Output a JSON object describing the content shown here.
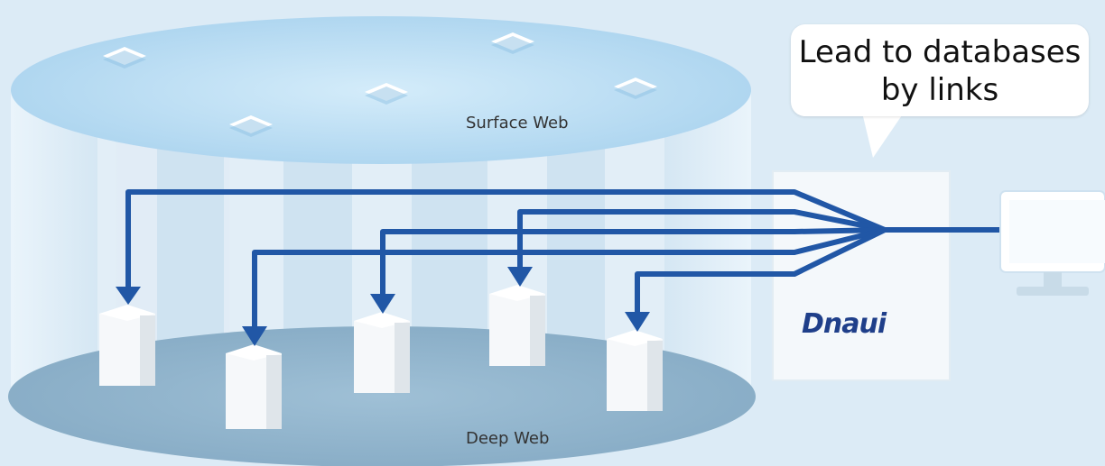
{
  "labels": {
    "surface": "Surface Web",
    "deep": "Deep Web"
  },
  "callout": {
    "line1": "Lead to databases",
    "line2": "by links"
  },
  "logo": {
    "text": "Dnaui"
  },
  "colors": {
    "arrow": "#2157a6",
    "surface_disc": "#b9dbf1",
    "deep_disc": "#8fb3ca",
    "background": "#dcebf6"
  }
}
